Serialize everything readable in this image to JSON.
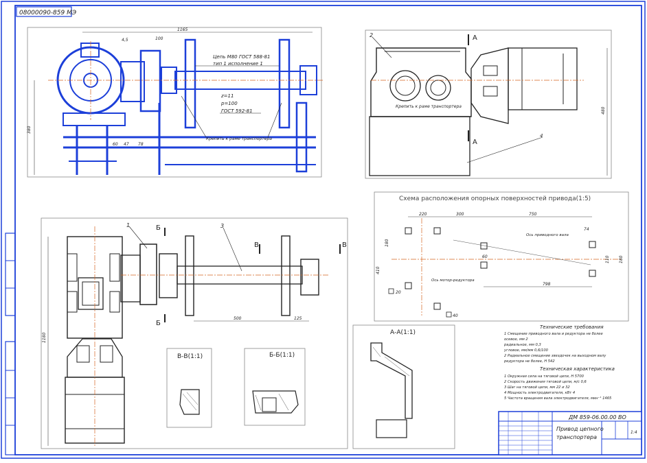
{
  "stamp_code": "08000090-859 МЭ",
  "title_block": {
    "doc_code": "ДМ 859-06.00.00 ВО",
    "name_line1": "Привод цепного",
    "name_line2": "транспортера",
    "sheet_scale": "1:4"
  },
  "view1": {
    "chain_label_1": "Цепь М80 ГОСТ 588-81",
    "chain_label_2": "тип 1 исполнение 1",
    "sprocket_1": "z=11",
    "sprocket_2": "p=100",
    "sprocket_3": "ГОСТ 592-81",
    "frame_note": "Крепить к раме транспортера",
    "dim_top": "1165",
    "dim_a": "100",
    "dim_b": "4,5",
    "dim_height": "380",
    "dim_c": "60",
    "dim_d": "47",
    "dim_e": "78"
  },
  "view2": {
    "label_2": "2",
    "label_4": "4",
    "section_a_top": "А",
    "section_a_bottom": "А",
    "frame_note": "Крепить к раме транспортера",
    "dim_height": "480"
  },
  "plan_view": {
    "label_1": "1",
    "label_3": "3",
    "section_b_top": "Б",
    "section_b_bottom": "Б",
    "section_v_left": "В",
    "section_v_right": "В",
    "dim_length": "500",
    "dim_small": "125",
    "dim_height": "1180"
  },
  "support_scheme": {
    "title": "Схема расположения опорных поверхностей привода(1:5)",
    "d1": "220",
    "d2": "300",
    "d3": "750",
    "d4": "74",
    "d5": "180",
    "d6": "410",
    "d7": "798",
    "d8": "180",
    "d9": "60",
    "d10": "110",
    "axis_drive": "Ось приводного вала",
    "axis_reducer": "Ось мотор-редуктора",
    "label_20": "20",
    "label_40": "40"
  },
  "section_aa": {
    "title": "А-А(1:1)"
  },
  "section_bb": {
    "title": "Б-Б(1:1)"
  },
  "section_vv": {
    "title": "В-В(1:1)"
  },
  "requirements": {
    "title": "Технические требования",
    "lines": [
      "1 Смещение приводного вала и редуктора не более",
      "осевое, мм                                          2",
      "радиальное, мм                                    0,3",
      "угловое, мм/мм                                  0,6/100",
      "2 Радиальное смещение звездочек на выходном валу",
      "редуктора не более, Н                       542"
    ]
  },
  "characteristics": {
    "title": "Техническая характеристика",
    "lines": [
      "1 Окружная сила на тяговой цепи, Н              5700",
      "2 Скорость движения тяговой цепи, м/с          0,6",
      "3 Шаг на тяговой цепи, мм                        22 и 32",
      "4 Мощность электродвигателя, кВт               4",
      "5 Частота вращения вала электродвигателя, мин⁻¹   1465"
    ]
  },
  "colors": {
    "accent": "#1c3fd9",
    "center_line": "#d5641e",
    "border": "#1c3fd9",
    "line": "#222222"
  }
}
